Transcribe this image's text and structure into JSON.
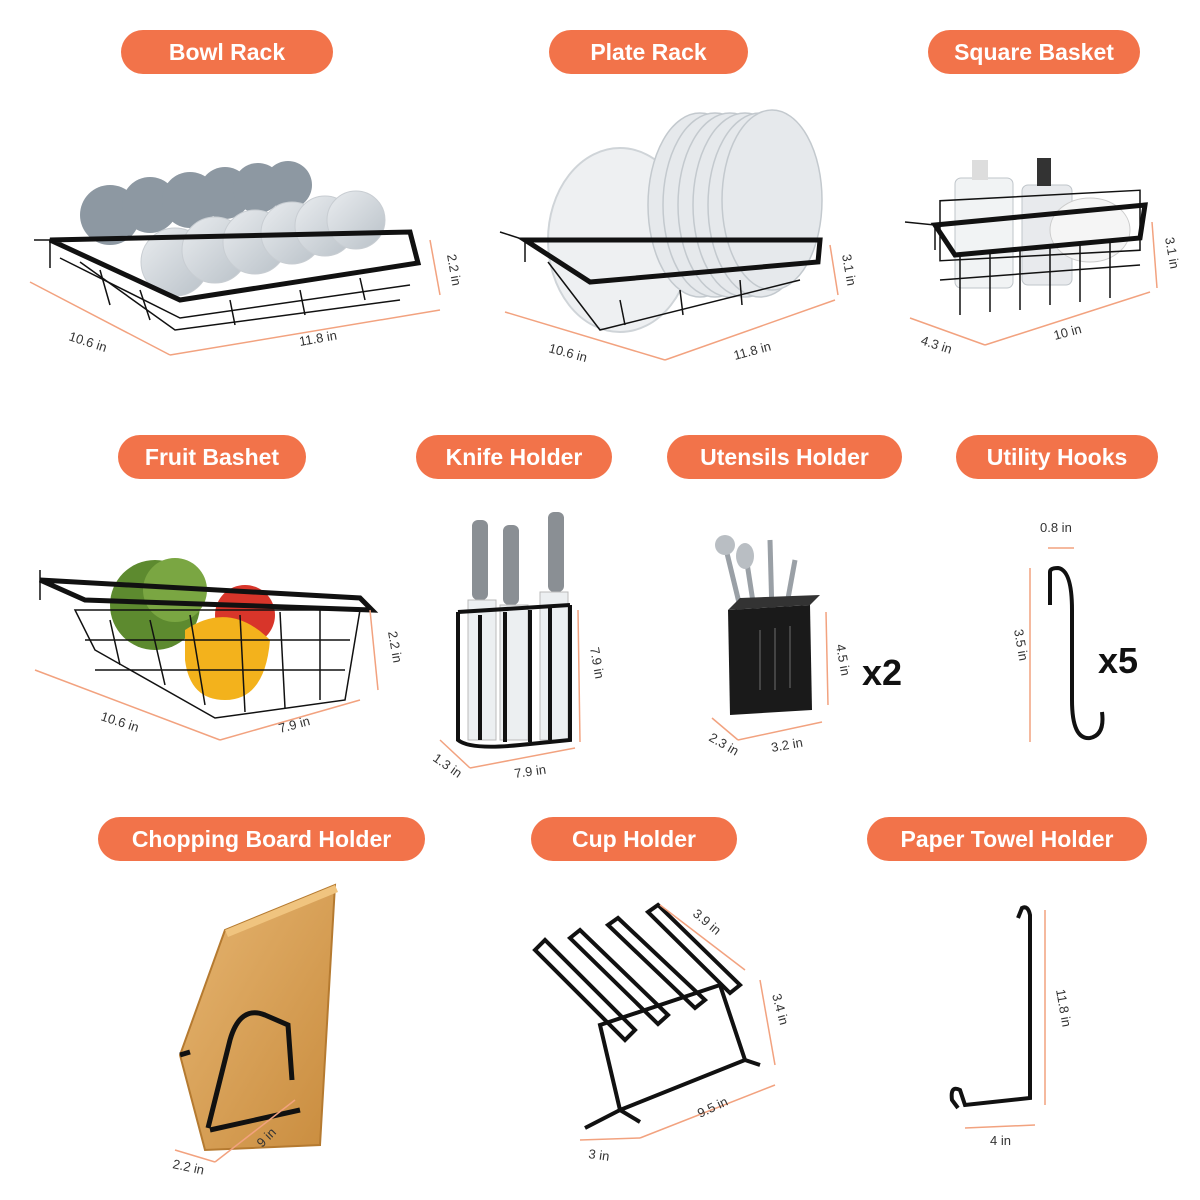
{
  "products": [
    {
      "id": "bowl-rack",
      "label": "Bowl Rack",
      "dims": [
        "10.6 in",
        "11.8 in",
        "2.2 in"
      ]
    },
    {
      "id": "plate-rack",
      "label": "Plate Rack",
      "dims": [
        "10.6 in",
        "11.8 in",
        "3.1 in"
      ]
    },
    {
      "id": "square-basket",
      "label": "Square Basket",
      "dims": [
        "4.3 in",
        "10 in",
        "3.1 in"
      ]
    },
    {
      "id": "fruit-basket",
      "label": "Fruit Bashet",
      "dims": [
        "10.6 in",
        "7.9 in",
        "2.2 in"
      ]
    },
    {
      "id": "knife-holder",
      "label": "Knife Holder",
      "dims": [
        "1.3 in",
        "7.9 in",
        "7.9 in"
      ]
    },
    {
      "id": "utensils-holder",
      "label": "Utensils Holder",
      "dims": [
        "2.3 in",
        "3.2 in",
        "4.5 in"
      ],
      "quantity": "x2"
    },
    {
      "id": "utility-hooks",
      "label": "Utility Hooks",
      "dims": [
        "0.8 in",
        "3.5 in"
      ],
      "quantity": "x5"
    },
    {
      "id": "chopping-board-holder",
      "label": "Chopping Board Holder",
      "dims": [
        "2.2 in",
        "9 in"
      ]
    },
    {
      "id": "cup-holder",
      "label": "Cup Holder",
      "dims": [
        "3.9 in",
        "3.4 in",
        "9.5 in",
        "3 in"
      ]
    },
    {
      "id": "paper-towel-holder",
      "label": "Paper Towel Holder",
      "dims": [
        "11.8 in",
        "4 in"
      ]
    }
  ],
  "colors": {
    "accent": "#f2734a",
    "dimension_line": "#f2a27f",
    "metal": "#111111",
    "wood": "#d9a35b"
  }
}
